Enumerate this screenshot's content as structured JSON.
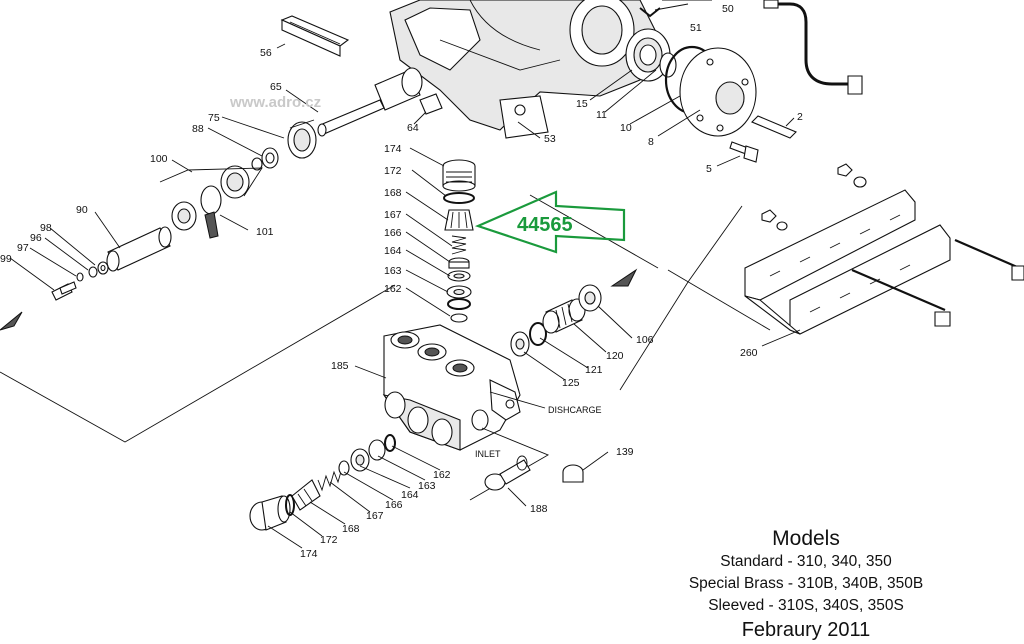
{
  "watermark": "www.adro.cz",
  "callout": {
    "text": "44565",
    "color": "#1a9a3c"
  },
  "labels": {
    "l2": "2",
    "l5": "5",
    "l8": "8",
    "l10": "10",
    "l11": "11",
    "l15": "15",
    "l50": "50",
    "l51": "51",
    "l53": "53",
    "l56": "56",
    "l64": "64",
    "l65": "65",
    "l75": "75",
    "l88": "88",
    "l90": "90",
    "l96": "96",
    "l97": "97",
    "l98": "98",
    "l99": "99",
    "l100": "100",
    "l101": "101",
    "l106": "106",
    "l120": "120",
    "l121": "121",
    "l125": "125",
    "l139": "139",
    "l162a": "162",
    "l162b": "162",
    "l163a": "163",
    "l163b": "163",
    "l164a": "164",
    "l164b": "164",
    "l166a": "166",
    "l166b": "166",
    "l167a": "167",
    "l167b": "167",
    "l168a": "168",
    "l168b": "168",
    "l172a": "172",
    "l172b": "172",
    "l174a": "174",
    "l174b": "174",
    "l185": "185",
    "l188": "188",
    "l260": "260",
    "discharge": "DISHCARGE",
    "inlet": "INLET"
  },
  "models": {
    "title": "Models",
    "standard": "Standard - 310, 340, 350",
    "special_brass": "Special Brass - 310B, 340B, 350B",
    "sleeved": "Sleeved - 310S, 340S, 350S",
    "date": "Febraury 2011"
  }
}
